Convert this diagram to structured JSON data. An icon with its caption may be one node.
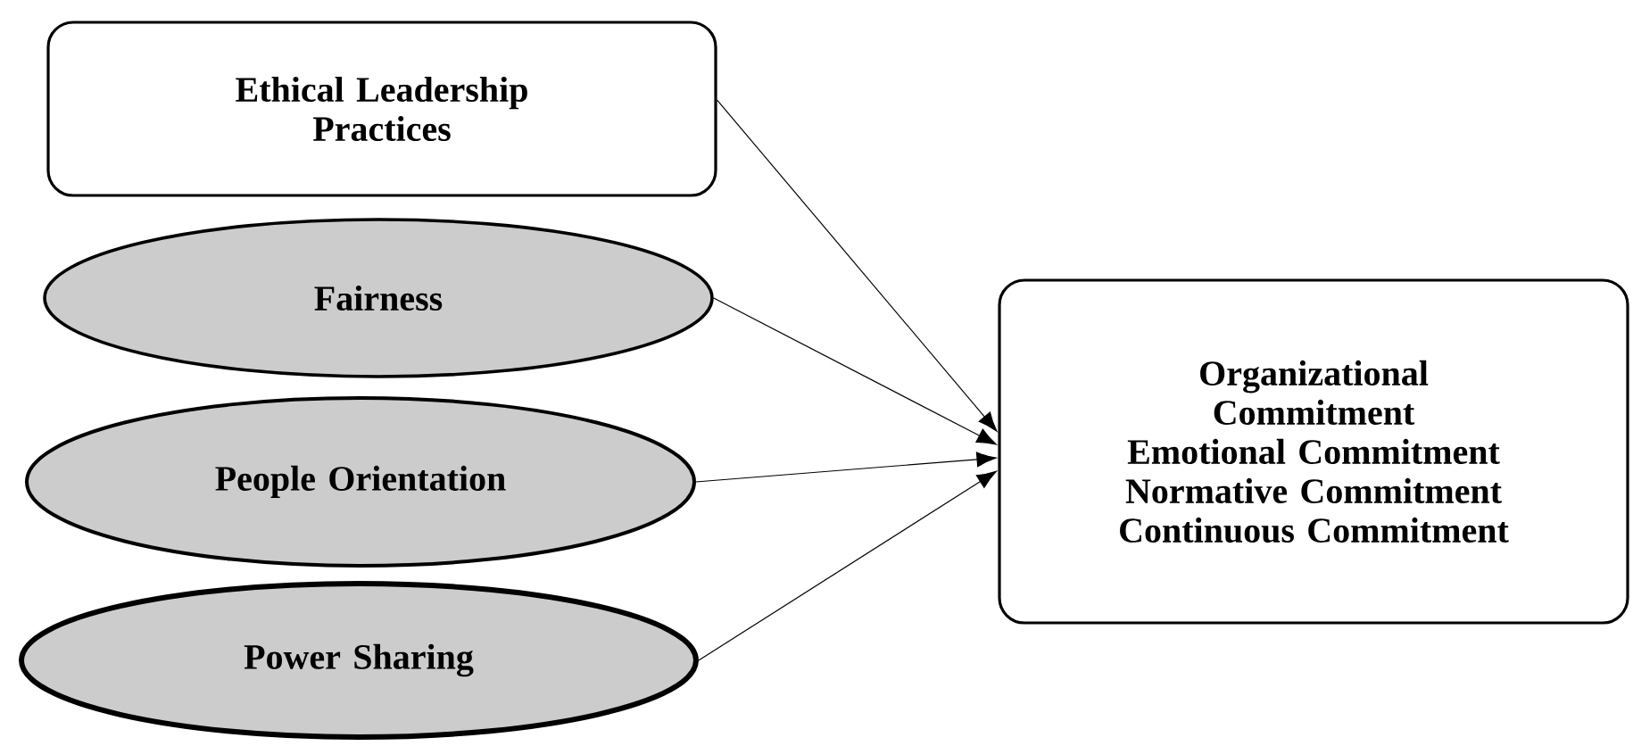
{
  "diagram": {
    "nodes": [
      {
        "text": [
          "Ethical Leadership Practices"
        ]
      },
      {
        "text": [
          "Fairness"
        ]
      },
      {
        "text": [
          "People Orientation"
        ]
      },
      {
        "text": [
          "Power Sharing"
        ]
      },
      {
        "text": [
          "Organizational Commitment",
          "Emotional Commitment",
          "Normative Commitment",
          "Continuous Commitment"
        ]
      }
    ],
    "edges": [
      {
        "from": 0,
        "to": 4,
        "arrow": "to"
      },
      {
        "from": 1,
        "to": 4,
        "arrow": "to"
      },
      {
        "from": 2,
        "to": 4,
        "arrow": "to"
      },
      {
        "from": 3,
        "to": 4,
        "arrow": "to"
      }
    ]
  }
}
